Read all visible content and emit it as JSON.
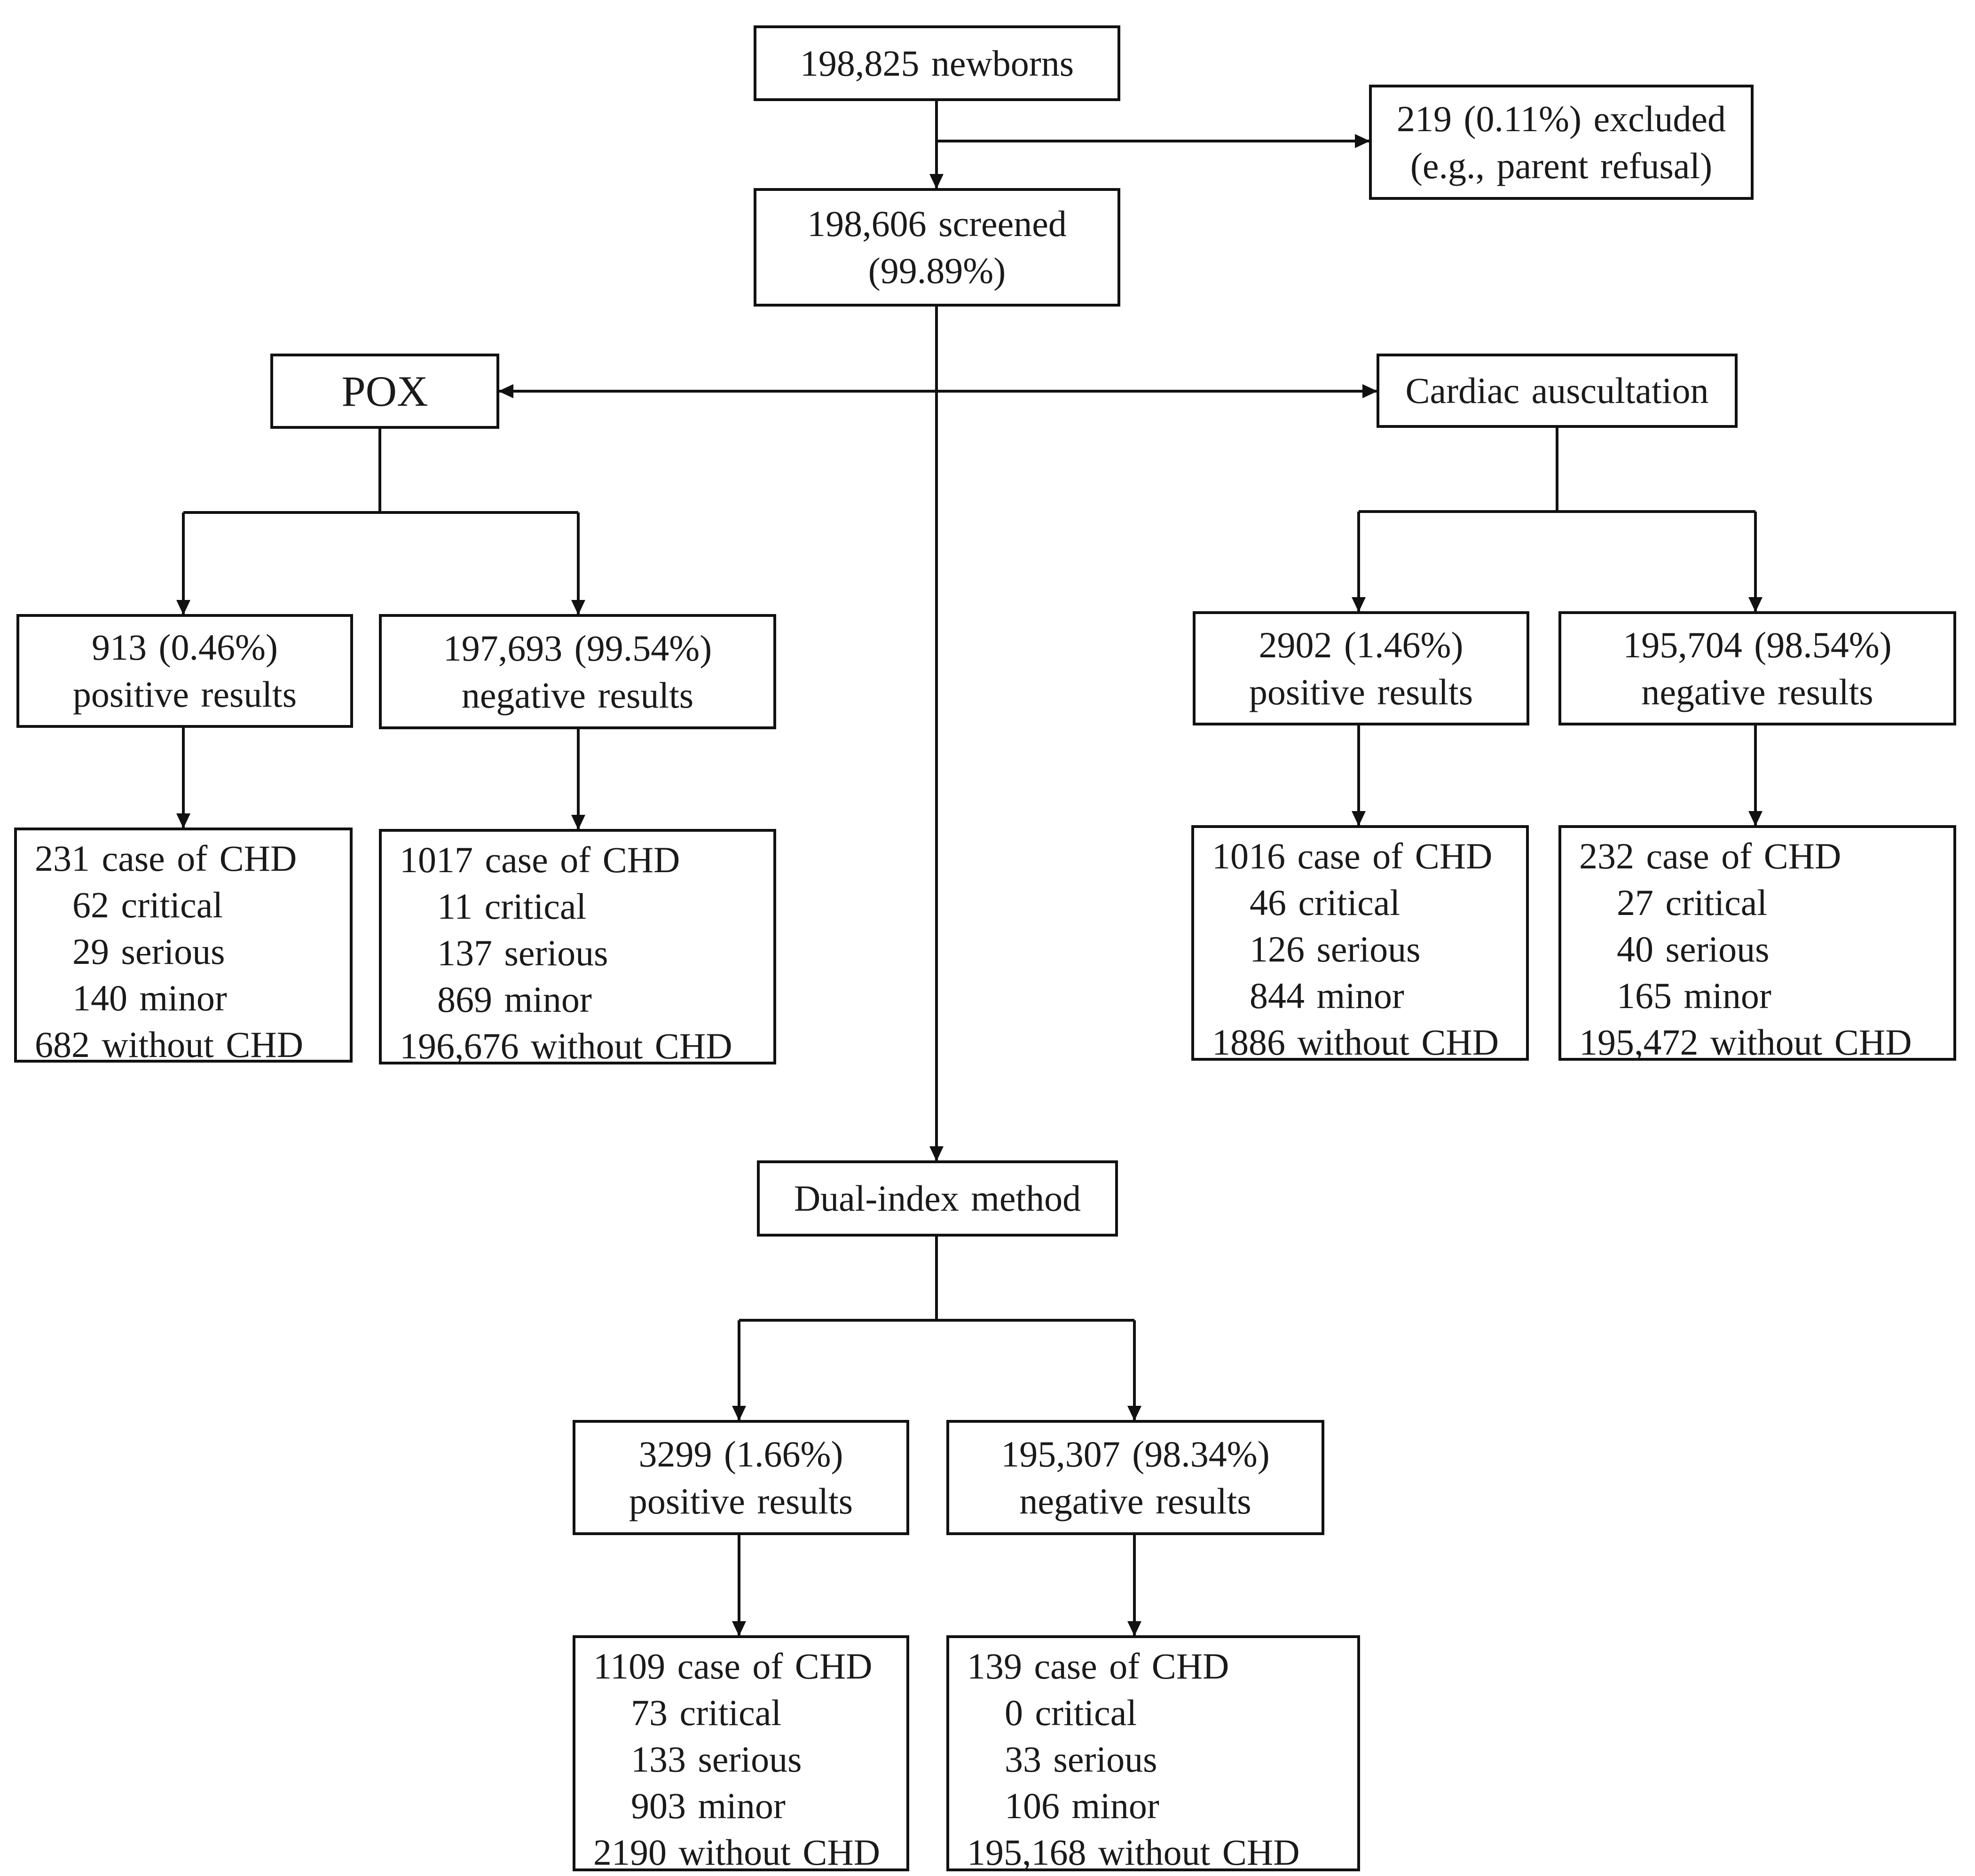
{
  "colors": {
    "line": "#111111",
    "box_border": "#111111",
    "text": "#1a1a1a",
    "background": "#ffffff"
  },
  "start": {
    "label": "198,825 newborns"
  },
  "excluded": {
    "line1": "219 (0.11%) excluded",
    "line2": "(e.g., parent refusal)"
  },
  "screened": {
    "line1": "198,606 screened",
    "line2": "(99.89%)"
  },
  "pox": {
    "title": "POX",
    "positive": {
      "line1": "913 (0.46%)",
      "line2": "positive  results"
    },
    "negative": {
      "line1": "197,693 (99.54%)",
      "line2": "negative results"
    },
    "positive_outcome": {
      "chd": "231 case of CHD",
      "critical": "62 critical",
      "serious": "29 serious",
      "minor": "140 minor",
      "without": "682 without CHD"
    },
    "negative_outcome": {
      "chd": "1017 case of CHD",
      "critical": "11 critical",
      "serious": "137 serious",
      "minor": "869 minor",
      "without": "196,676 without CHD"
    }
  },
  "auscultation": {
    "title": "Cardiac auscultation",
    "positive": {
      "line1": "2902 (1.46%)",
      "line2": "positive results"
    },
    "negative": {
      "line1": "195,704 (98.54%)",
      "line2": "negative results"
    },
    "positive_outcome": {
      "chd": "1016 case of CHD",
      "critical": "46 critical",
      "serious": "126 serious",
      "minor": "844 minor",
      "without": "1886 without CHD"
    },
    "negative_outcome": {
      "chd": "232 case of CHD",
      "critical": "27 critical",
      "serious": "40 serious",
      "minor": "165 minor",
      "without": "195,472 without CHD"
    }
  },
  "dual": {
    "title": "Dual-index method",
    "positive": {
      "line1": "3299 (1.66%)",
      "line2": "positive results"
    },
    "negative": {
      "line1": "195,307 (98.34%)",
      "line2": "negative results"
    },
    "positive_outcome": {
      "chd": "1109 case of CHD",
      "critical": "73 critical",
      "serious": "133 serious",
      "minor": "903 minor",
      "without": "2190 without CHD"
    },
    "negative_outcome": {
      "chd": "139 case of CHD",
      "critical": "0 critical",
      "serious": "33 serious",
      "minor": "106 minor",
      "without": "195,168 without CHD"
    }
  }
}
